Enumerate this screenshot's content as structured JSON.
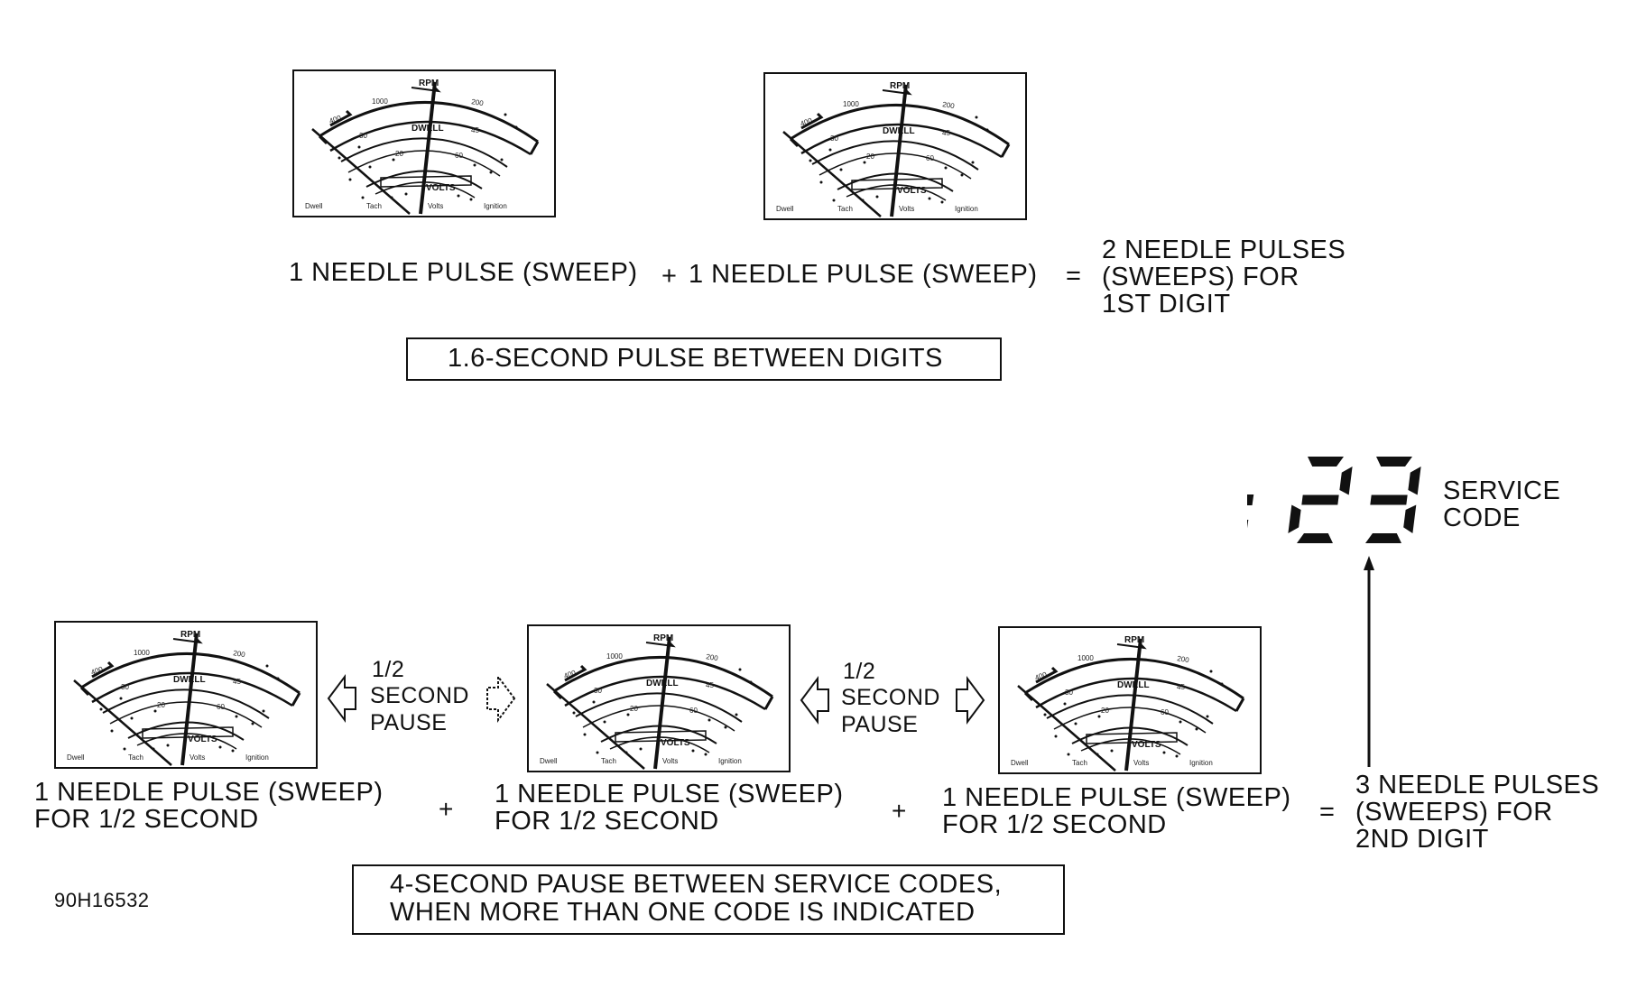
{
  "gauge": {
    "rpm_label": "RPM",
    "dwell_label": "DWELL",
    "volts_label": "VOLTS",
    "bottom_labels": [
      "Dwell",
      "Tach",
      "Volts",
      "Ignition"
    ]
  },
  "top_row": {
    "pulse_label_1": "1 NEEDLE PULSE (SWEEP)",
    "plus": "+",
    "pulse_label_2": "1 NEEDLE PULSE (SWEEP)",
    "equals": "=",
    "result_line1": "2 NEEDLE PULSES",
    "result_line2": "(SWEEPS) FOR",
    "result_line3": "1ST DIGIT",
    "between_digits_box": "1.6-SECOND PULSE BETWEEN DIGITS"
  },
  "display": {
    "value": "23",
    "service_line1": "SERVICE",
    "service_line2": "CODE"
  },
  "bottom_row": {
    "pulse_line1": "1 NEEDLE PULSE (SWEEP)",
    "pulse_line2": "FOR 1/2 SECOND",
    "pause_line1": "1/2",
    "pause_line2": "SECOND",
    "pause_line3": "PAUSE",
    "plus": "+",
    "equals": "=",
    "result_line1": "3 NEEDLE PULSES",
    "result_line2": "(SWEEPS) FOR",
    "result_line3": "2ND DIGIT",
    "between_codes_line1": "4-SECOND PAUSE BETWEEN SERVICE CODES,",
    "between_codes_line2": "WHEN MORE THAN ONE CODE IS INDICATED"
  },
  "figure_id": "90H16532"
}
